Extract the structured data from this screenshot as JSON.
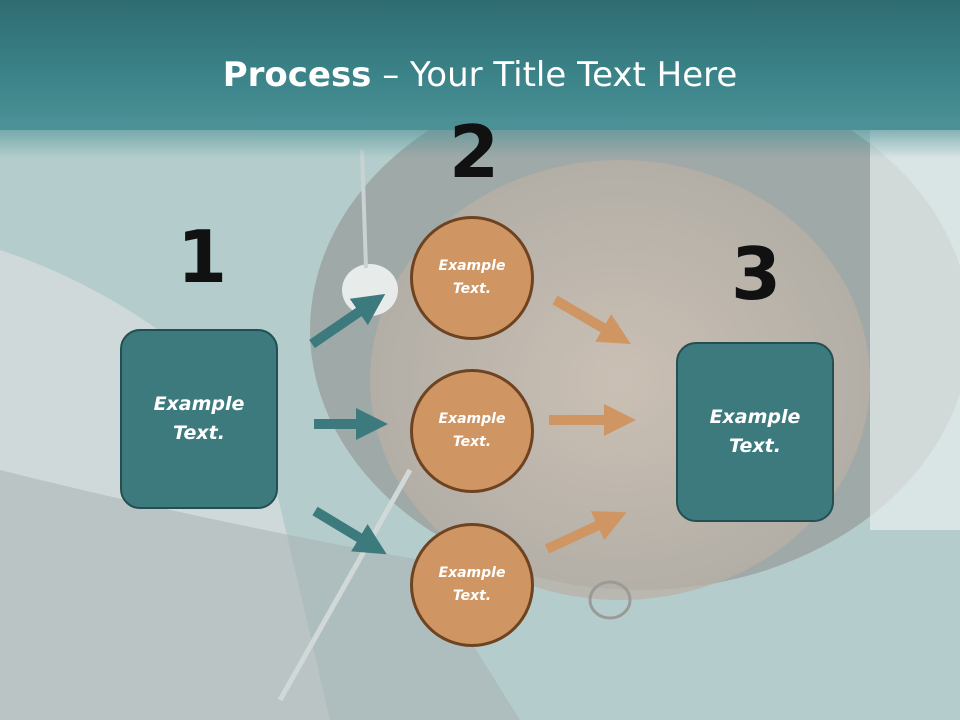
{
  "title": {
    "bold": "Process",
    "rest": " – Your Title Text Here"
  },
  "step_numbers": [
    "1",
    "2",
    "3"
  ],
  "left_box": {
    "text": "Example\nText."
  },
  "circles": [
    {
      "text": "Example\nText."
    },
    {
      "text": "Example\nText."
    },
    {
      "text": "Example\nText."
    }
  ],
  "right_box": {
    "text": "Example\nText."
  },
  "colors": {
    "teal": "#3c7a7e",
    "orange": "#cf9663",
    "header": "#3b8489"
  }
}
